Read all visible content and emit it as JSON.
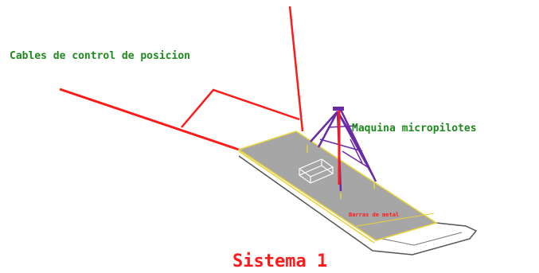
{
  "labels": {
    "cables": "Cables de control de posicion",
    "maquina": "Maquina micropilotes",
    "barras": "Barras de metal",
    "sistema": "Sistema 1"
  },
  "colors": {
    "cable": "#ff1a1a",
    "platform_fill": "#a6a6a6",
    "platform_edge": "#e6d23a",
    "rig": "#6a2aa6",
    "label_green": "#1e8a1e",
    "label_red": "#ff1a1a",
    "outline": "#555555"
  }
}
